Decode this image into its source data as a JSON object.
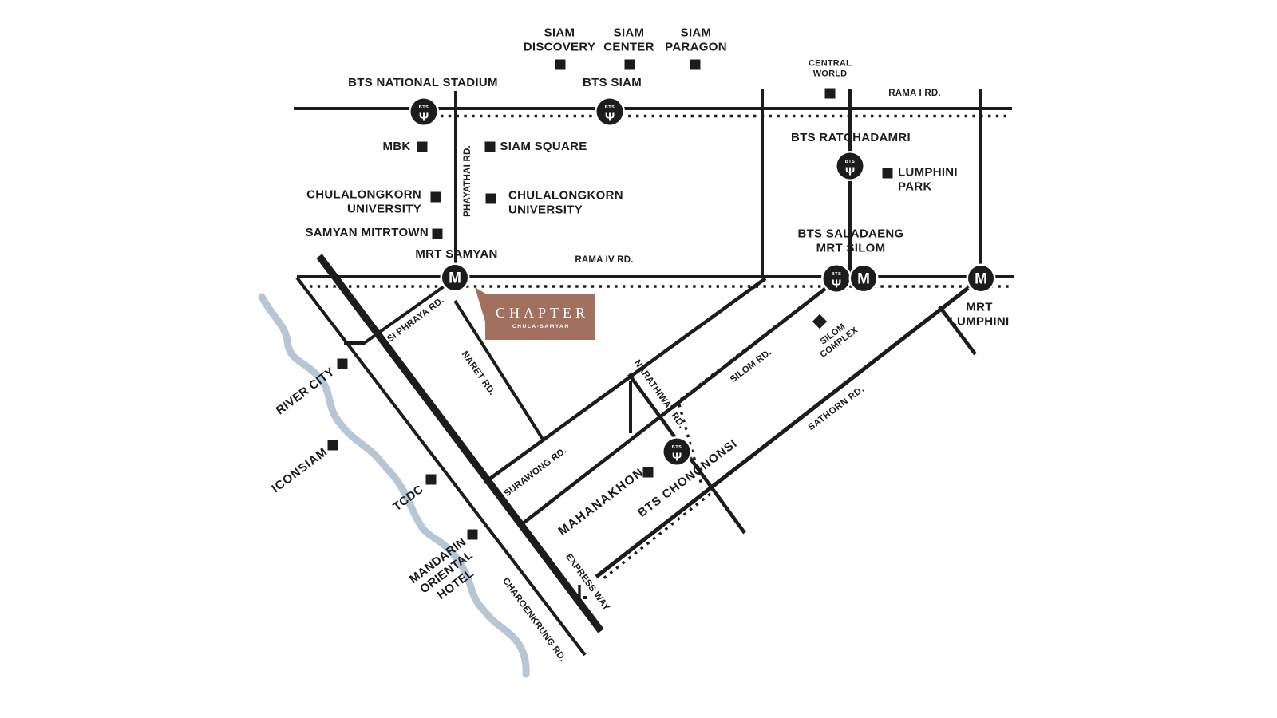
{
  "colors": {
    "ink": "#1c1c1c",
    "accent": "#a1705f",
    "river": "#b8c5d3"
  },
  "logo": {
    "name": "CHAPTER",
    "subtitle": "CHULA-SAMYAN"
  },
  "roads": {
    "rama_i": "RAMA I RD.",
    "rama_iv": "RAMA IV RD.",
    "phayathai": "PHAYATHAI RD.",
    "si_phraya": "SI PHRAYA RD.",
    "naret": "NARET RD.",
    "surawong": "SURAWONG RD.",
    "silom": "SILOM RD.",
    "sathorn": "SATHORN RD.",
    "narathiwat": "NARATHIWAT RD.",
    "charoenkrung": "CHAROENKRUNG RD.",
    "express_way": "EXPRESS WAY"
  },
  "stations": {
    "bts_national_stadium": "BTS NATIONAL STADIUM",
    "bts_siam": "BTS SIAM",
    "bts_ratchadamri": "BTS RATCHADAMRI",
    "bts_saladaeng_mrt_silom": "BTS SALADAENG\nMRT SILOM",
    "bts_chongnonsi": "BTS CHONGNONSI",
    "mrt_samyan": "MRT SAMYAN",
    "mrt_lumphini": "MRT\nLUMPHINI",
    "bts_glyph": "BTS",
    "bts_symbol": "Ψ",
    "mrt_glyph": "M"
  },
  "places": {
    "siam_discovery": "SIAM\nDISCOVERY",
    "siam_center": "SIAM\nCENTER",
    "siam_paragon": "SIAM\nPARAGON",
    "central_world": "CENTRAL\nWORLD",
    "mbk": "MBK",
    "siam_square": "SIAM SQUARE",
    "chula_left": "CHULALONGKORN\nUNIVERSITY",
    "chula_right": "CHULALONGKORN\nUNIVERSITY",
    "samyan_mitrtown": "SAMYAN MITRTOWN",
    "lumphini_park": "LUMPHINI\nPARK",
    "silom_complex": "SILOM\nCOMPLEX",
    "mahanakhon": "MAHANAKHON",
    "river_city": "RIVER CITY",
    "iconsiam": "ICONSIAM",
    "tcdc": "TCDC",
    "mandarin_oriental": "MANDARIN\nORIENTAL\nHOTEL"
  }
}
